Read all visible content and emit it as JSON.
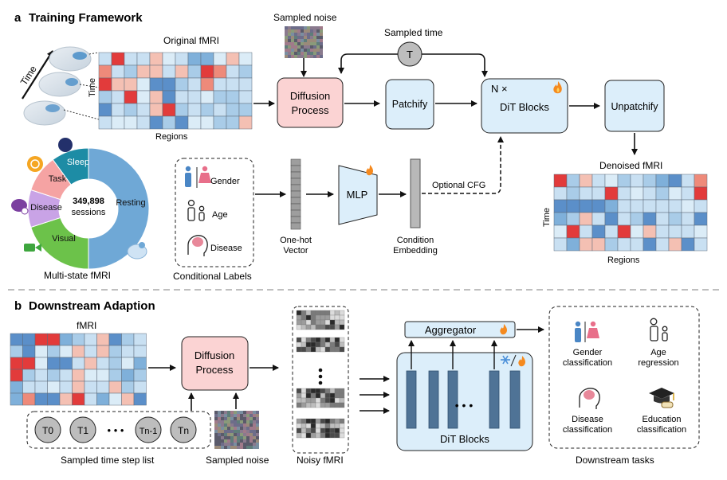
{
  "section_a": {
    "letter": "a",
    "title": "Training Framework",
    "original_fmri_label": "Original fMRI",
    "time_label": "Time",
    "regions_label": "Regions",
    "sampled_noise_label": "Sampled noise",
    "sampled_time_label": "Sampled time",
    "time_token": "T",
    "diffusion_line1": "Diffusion",
    "diffusion_line2": "Process",
    "patchify_label": "Patchify",
    "dit_multiplier": "N ×",
    "dit_label": "DiT Blocks",
    "unpatchify_label": "Unpatchify",
    "denoised_label": "Denoised fMRI",
    "donut": {
      "center_count": "349,898",
      "center_unit": "sessions",
      "segments": [
        {
          "label": "Resting",
          "fraction": 0.5,
          "color": "#6fa8d6"
        },
        {
          "label": "Visual",
          "fraction": 0.2,
          "color": "#6cc24a"
        },
        {
          "label": "Disease",
          "fraction": 0.1,
          "color": "#c9a3e6"
        },
        {
          "label": "Task",
          "fraction": 0.1,
          "color": "#f5a3a3"
        },
        {
          "label": "Sleep",
          "fraction": 0.1,
          "color": "#1d8ca5"
        }
      ]
    },
    "multistate_label": "Multi-state fMRI",
    "labels": {
      "gender": "Gender",
      "age": "Age",
      "disease": "Disease",
      "caption": "Conditional Labels"
    },
    "onehot_line1": "One-hot",
    "onehot_line2": "Vector",
    "mlp_label": "MLP",
    "embedding_line1": "Condition",
    "embedding_line2": "Embedding",
    "cfg_label": "Optional CFG"
  },
  "section_b": {
    "letter": "b",
    "title": "Downstream Adaption",
    "fmri_label": "fMRI",
    "diffusion_line1": "Diffusion",
    "diffusion_line2": "Process",
    "timesteps": [
      "T0",
      "T1",
      "Tn-1",
      "Tn"
    ],
    "ellipsis": "• • •",
    "timestep_caption": "Sampled time step list",
    "noise_caption": "Sampled noise",
    "noisy_caption": "Noisy fMRI",
    "aggregator_label": "Aggregator",
    "dit_label": "DiT Blocks",
    "tasks": [
      {
        "line1": "Gender",
        "line2": "classification"
      },
      {
        "line1": "Age",
        "line2": "regression"
      },
      {
        "line1": "Disease",
        "line2": "classification"
      },
      {
        "line1": "Education",
        "line2": "classification"
      }
    ],
    "tasks_caption": "Downstream tasks"
  },
  "colors": {
    "pink_box": "#fbd3d3",
    "blue_box": "#dceefa",
    "heat_red": "#e23b3b",
    "heat_blue": "#5b8fc9"
  }
}
